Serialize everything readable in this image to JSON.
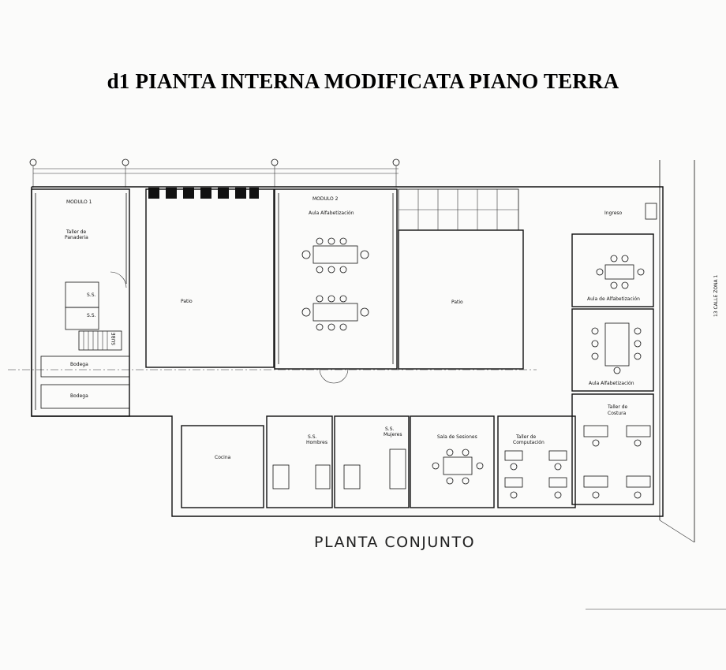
{
  "title": "d1 PIANTA INTERNA MODIFICATA PIANO TERRA",
  "subtitle": "PLANTA CONJUNTO",
  "street": "13 CALLE ZONA 1",
  "rooms": {
    "modulo1": "MODULO 1",
    "taller_panaderia_1": "Taller de",
    "taller_panaderia_2": "Panaderia",
    "ss_1": "S.S.",
    "ss_2": "S.S.",
    "sube": "SUBE",
    "bodega_1": "Bodega",
    "bodega_2": "Bodega",
    "patio_1": "Patio",
    "modulo2": "MODULO 2",
    "aula_alf_1": "Aula Alfabetización",
    "patio_2": "Patio",
    "ingreso": "Ingreso",
    "aula_alf_2": "Aula de Alfabetización",
    "aula_alf_3": "Aula Alfabetización",
    "taller_costura_1": "Taller de",
    "taller_costura_2": "Costura",
    "cocina": "Cocina",
    "ss_hombres_1": "S.S.",
    "ss_hombres_2": "Hombres",
    "ss_mujeres_1": "S.S.",
    "ss_mujeres_2": "Mujeres",
    "sala_sesiones": "Sala de Sesiones",
    "taller_comp_1": "Taller de",
    "taller_comp_2": "Computación"
  }
}
